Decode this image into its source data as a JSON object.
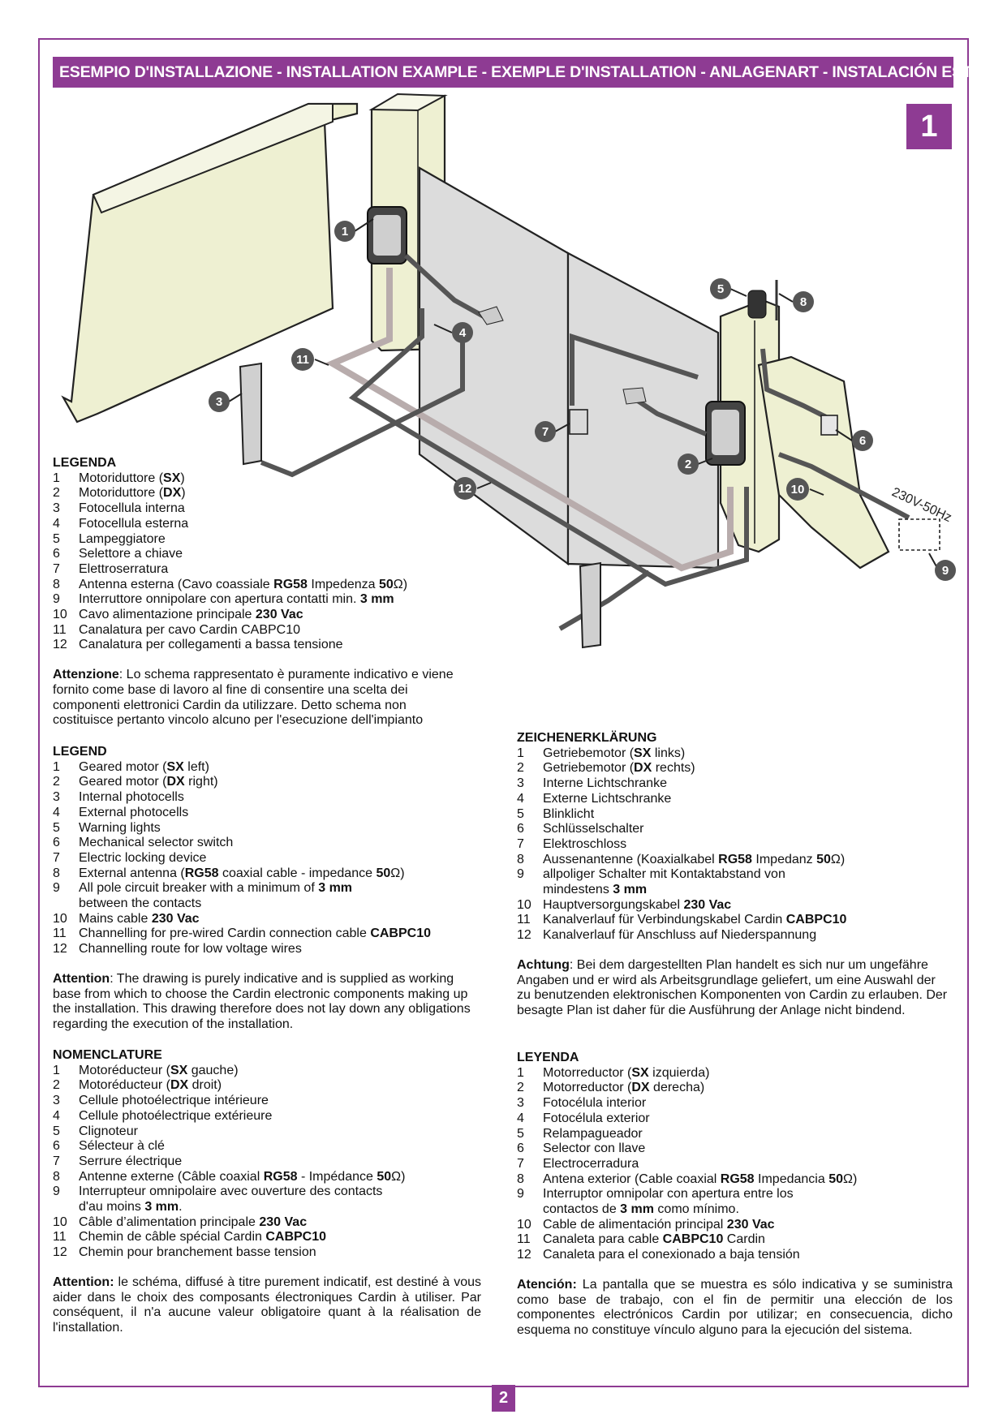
{
  "title_bar": "ESEMPIO D'INSTALLAZIONE - INSTALLATION EXAMPLE - EXEMPLE D'INSTALLATION - ANLAGENART - INSTALACIÓN ESTÁNDAR",
  "figure_number": "1",
  "page_number": "2",
  "voltage_label": "230V-50Hz",
  "callouts": [
    "1",
    "2",
    "3",
    "4",
    "5",
    "6",
    "7",
    "8",
    "9",
    "10",
    "11",
    "12"
  ],
  "italian": {
    "heading": "LEGENDA",
    "items": [
      {
        "n": "1",
        "pre": "Motoriduttore (",
        "bold": "SX",
        "post": ")"
      },
      {
        "n": "2",
        "pre": "Motoriduttore (",
        "bold": "DX",
        "post": ")"
      },
      {
        "n": "3",
        "pre": "Fotocellula interna"
      },
      {
        "n": "4",
        "pre": "Fotocellula esterna"
      },
      {
        "n": "5",
        "pre": "Lampeggiatore"
      },
      {
        "n": "6",
        "pre": "Selettore a chiave"
      },
      {
        "n": "7",
        "pre": "Elettroserratura"
      },
      {
        "n": "8",
        "pre": "Antenna esterna (Cavo coassiale ",
        "bold": "RG58",
        "post": " Impedenza ",
        "bold2": "50",
        "post2": "Ω)"
      },
      {
        "n": "9",
        "pre": "Interruttore onnipolare con apertura contatti min. ",
        "bold": "3 mm"
      },
      {
        "n": "10",
        "pre": "Cavo alimentazione principale ",
        "bold": "230 Vac"
      },
      {
        "n": "11",
        "pre": "Canalatura per cavo Cardin CABPC10"
      },
      {
        "n": "12",
        "pre": "Canalatura per collegamenti a bassa tensione"
      }
    ],
    "note_label": "Attenzione",
    "note_text": ": Lo schema rappresentato è puramente indicativo e viene fornito come base di lavoro al fine di consentire una scelta dei componenti elettronici Cardin da utilizzare. Detto schema non costituisce pertanto vincolo alcuno per l'esecuzione dell'impianto"
  },
  "english": {
    "heading": "LEGEND",
    "items": [
      {
        "n": "1",
        "pre": "Geared motor (",
        "bold": "SX",
        "post": " left)"
      },
      {
        "n": "2",
        "pre": "Geared motor (",
        "bold": "DX",
        "post": " right)"
      },
      {
        "n": "3",
        "pre": "Internal photocells"
      },
      {
        "n": "4",
        "pre": "External photocells"
      },
      {
        "n": "5",
        "pre": "Warning lights"
      },
      {
        "n": "6",
        "pre": "Mechanical selector switch"
      },
      {
        "n": "7",
        "pre": "Electric locking device"
      },
      {
        "n": "8",
        "pre": "External antenna (",
        "bold": "RG58",
        "post": " coaxial cable - impedance ",
        "bold2": "50",
        "post2": "Ω)"
      },
      {
        "n": "9",
        "pre": "All pole circuit breaker with a minimum of ",
        "bold": "3 mm",
        "line2": "between the contacts"
      },
      {
        "n": "10",
        "pre": "Mains cable ",
        "bold": "230 Vac"
      },
      {
        "n": "11",
        "pre": "Channelling for pre-wired Cardin connection cable ",
        "bold": "CABPC10"
      },
      {
        "n": "12",
        "pre": "Channelling route for low voltage wires"
      }
    ],
    "note_label": "Attention",
    "note_text": ": The drawing is purely indicative and is supplied as working base from which to choose the Cardin electronic components making up the installation. This drawing therefore does not lay down any obligations regarding the execution of the installation."
  },
  "french": {
    "heading": "NOMENCLATURE",
    "items": [
      {
        "n": "1",
        "pre": "Motoréducteur (",
        "bold": "SX",
        "post": " gauche)"
      },
      {
        "n": "2",
        "pre": "Motoréducteur (",
        "bold": "DX",
        "post": " droit)"
      },
      {
        "n": "3",
        "pre": "Cellule photoélectrique intérieure"
      },
      {
        "n": "4",
        "pre": "Cellule photoélectrique extérieure"
      },
      {
        "n": "5",
        "pre": "Clignoteur"
      },
      {
        "n": "6",
        "pre": "Sélecteur à clé"
      },
      {
        "n": "7",
        "pre": "Serrure électrique"
      },
      {
        "n": "8",
        "pre": "Antenne externe (Câble coaxial ",
        "bold": "RG58",
        "post": " - Impédance ",
        "bold2": "50",
        "post2": "Ω)"
      },
      {
        "n": "9",
        "pre": "Interrupteur omnipolaire avec ouverture des contacts",
        "line2": "d'au moins ",
        "line2bold": "3 mm",
        "line2post": "."
      },
      {
        "n": "10",
        "pre": "Câble d’alimentation principale ",
        "bold": "230 Vac"
      },
      {
        "n": "11",
        "pre": "Chemin de câble spécial Cardin ",
        "bold": "CABPC10"
      },
      {
        "n": "12",
        "pre": "Chemin pour branchement basse tension"
      }
    ],
    "note_label": "Attention:",
    "note_text": " le schéma, diffusé à titre purement indicatif, est destiné à vous aider dans le choix des composants électroniques Cardin à utiliser. Par conséquent, il n'a aucune valeur obligatoire quant à la réalisation de l'installation."
  },
  "german": {
    "heading": "ZEICHENERKLÄRUNG",
    "items": [
      {
        "n": "1",
        "pre": "Getriebemotor (",
        "bold": "SX",
        "post": " links)"
      },
      {
        "n": "2",
        "pre": "Getriebemotor (",
        "bold": "DX",
        "post": " rechts)"
      },
      {
        "n": "3",
        "pre": "Interne Lichtschranke"
      },
      {
        "n": "4",
        "pre": "Externe Lichtschranke"
      },
      {
        "n": "5",
        "pre": "Blinklicht"
      },
      {
        "n": "6",
        "pre": "Schlüsselschalter"
      },
      {
        "n": "7",
        "pre": "Elektroschloss"
      },
      {
        "n": "8",
        "pre": "Aussenantenne (Koaxialkabel ",
        "bold": "RG58",
        "post": " Impedanz ",
        "bold2": "50",
        "post2": "Ω)"
      },
      {
        "n": "9",
        "pre": "allpoliger Schalter mit Kontaktabstand von",
        "line2": "mindestens ",
        "line2bold": "3 mm"
      },
      {
        "n": "10",
        "pre": "Hauptversorgungskabel ",
        "bold": "230 Vac"
      },
      {
        "n": "11",
        "pre": "Kanalverlauf für Verbindungskabel Cardin ",
        "bold": "CABPC10"
      },
      {
        "n": "12",
        "pre": "Kanalverlauf für Anschluss auf Niederspannung"
      }
    ],
    "note_label": "Achtung",
    "note_text": ": Bei dem dargestellten Plan handelt es sich nur um ungefähre Angaben und er wird als Arbeitsgrundlage geliefert, um eine Auswahl der zu benutzenden elektronischen Komponenten von Cardin zu erlauben. Der besagte Plan ist daher für die Ausführung der Anlage nicht bindend."
  },
  "spanish": {
    "heading": "LEYENDA",
    "items": [
      {
        "n": "1",
        "pre": "Motorreductor (",
        "bold": "SX",
        "post": " izquierda)"
      },
      {
        "n": "2",
        "pre": "Motorreductor (",
        "bold": "DX",
        "post": " derecha)"
      },
      {
        "n": "3",
        "pre": "Fotocélula interior"
      },
      {
        "n": "4",
        "pre": "Fotocélula exterior"
      },
      {
        "n": "5",
        "pre": "Relampagueador"
      },
      {
        "n": "6",
        "pre": "Selector con llave"
      },
      {
        "n": "7",
        "pre": "Electrocerradura"
      },
      {
        "n": "8",
        "pre": "Antena exterior (Cable coaxial ",
        "bold": "RG58",
        "post": " Impedancia ",
        "bold2": "50",
        "post2": "Ω)"
      },
      {
        "n": "9",
        "pre": "Interruptor omnipolar con apertura entre los",
        "line2": "contactos de ",
        "line2bold": "3 mm",
        "line2post": " como mínimo."
      },
      {
        "n": "10",
        "pre": "Cable de alimentación principal ",
        "bold": "230 Vac"
      },
      {
        "n": "11",
        "pre": "Canaleta para cable ",
        "bold": "CABPC10",
        "post": " Cardin"
      },
      {
        "n": "12",
        "pre": "Canaleta para el conexionado a baja tensión"
      }
    ],
    "note_label": "Atención:",
    "note_text": " La pantalla que se muestra es sólo indicativa y se suministra como base de trabajo, con el fin de permitir una elección de los componentes electrónicos Cardin por utilizar; en consecuencia, dicho esquema no constituye vínculo alguno para la ejecución del sistema."
  }
}
